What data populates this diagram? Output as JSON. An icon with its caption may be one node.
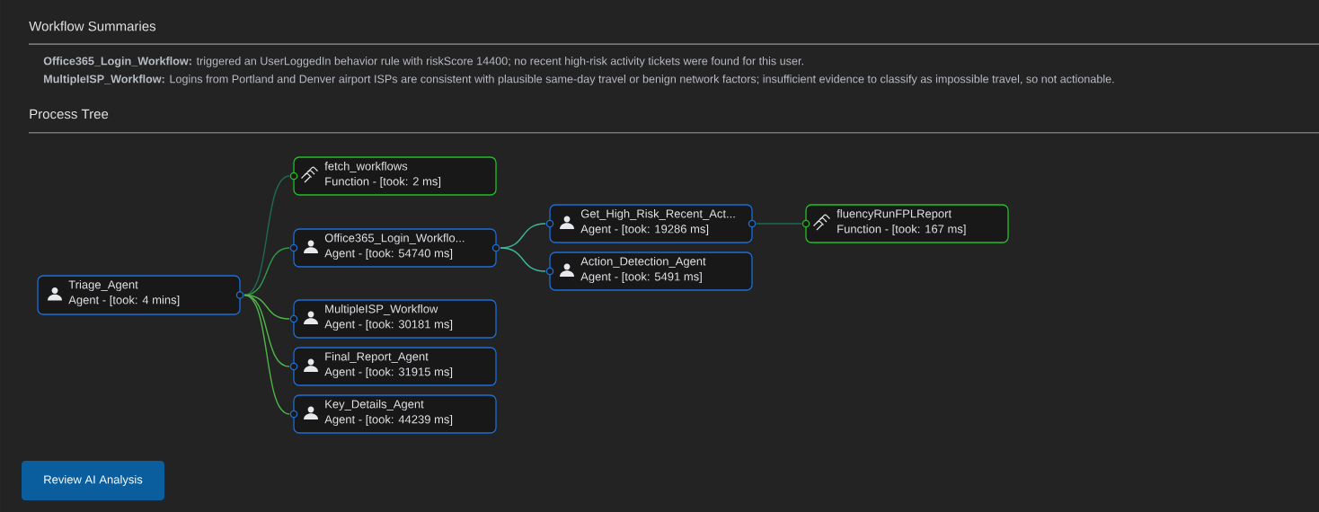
{
  "diagram": {
    "title": "Workflow Summaries",
    "nodes": [
      {
        "text": [
          "Triage_Agent",
          "Agent - [took: 4 mins]"
        ]
      },
      {
        "text": [
          "fetch_workflows",
          "Function - [took: 2 ms]"
        ]
      },
      {
        "text": [
          "Office365_Login_Workflo...",
          "Agent - [took: 54740 ms]"
        ]
      },
      {
        "text": [
          "Get_High_Risk_Recent_Act...",
          "Agent - [took: 19286 ms]"
        ]
      },
      {
        "text": [
          "fluencyRunFPLReport",
          "Function - [took: 167 ms]"
        ]
      },
      {
        "text": [
          "Action_Detection_Agent",
          "Agent - [took: 5491 ms]"
        ]
      },
      {
        "text": [
          "MultipleISP_Workflow",
          "Agent - [took: 30181 ms]"
        ]
      },
      {
        "text": [
          "Final_Report_Agent",
          "Agent - [took: 31915 ms]"
        ]
      },
      {
        "text": [
          "Key_Details_Agent",
          "Agent - [took: 44239 ms]"
        ]
      }
    ],
    "edges": [
      {
        "from": 0,
        "to": 1,
        "arrow": "none",
        "color": "#1e6b58"
      },
      {
        "from": 0,
        "to": 2,
        "arrow": "none",
        "color": "#2f9a48"
      },
      {
        "from": 0,
        "to": 6,
        "arrow": "none"
      },
      {
        "from": 0,
        "to": 7,
        "arrow": "none"
      },
      {
        "from": 0,
        "to": 8,
        "arrow": "none"
      },
      {
        "from": 2,
        "to": 3,
        "arrow": "none",
        "color": "#3cb89a"
      },
      {
        "from": 2,
        "to": 5,
        "arrow": "none",
        "color": "#3cb89a"
      },
      {
        "from": 3,
        "to": 4,
        "arrow": "none",
        "color": "#1e6b58"
      }
    ],
    "labels": [
      "**Office365_Login_Workflow:** triggered an UserLoggedIn behavior rule with riskScore 14400; no recent high-risk activity tickets were found for this user.",
      "**MultipleISP_Workflow:** Logins from Portland and Denver airport ISPs are consistent with plausible same-day travel or benign network factors; insufficient evidence to classify as impossible travel, so not actionable.",
      "Process Tree",
      "Review AI Analysis"
    ]
  }
}
